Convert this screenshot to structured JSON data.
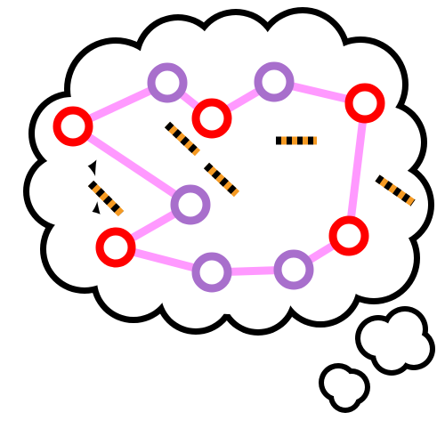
{
  "colors": {
    "background": "#ffffff",
    "outline": "#000000",
    "cloud_fill": "#ffffff",
    "edge": "#ff99ff",
    "node_red": "#ff0000",
    "node_purple": "#a86fcc",
    "node_fill": "#ffffff",
    "dash_orange": "#f59a23",
    "dash_black": "#000000"
  },
  "nodes": [
    {
      "id": "n1",
      "color": "red"
    },
    {
      "id": "n2",
      "color": "purple"
    },
    {
      "id": "n3",
      "color": "red"
    },
    {
      "id": "n4",
      "color": "purple"
    },
    {
      "id": "n5",
      "color": "red"
    },
    {
      "id": "n6",
      "color": "purple"
    },
    {
      "id": "n7",
      "color": "red"
    },
    {
      "id": "n8",
      "color": "purple"
    },
    {
      "id": "n9",
      "color": "purple"
    },
    {
      "id": "n10",
      "color": "red"
    }
  ],
  "edges": [
    [
      "n1",
      "n2"
    ],
    [
      "n2",
      "n3"
    ],
    [
      "n3",
      "n4"
    ],
    [
      "n4",
      "n5"
    ],
    [
      "n5",
      "n6"
    ],
    [
      "n6",
      "n1"
    ],
    [
      "n6",
      "n7"
    ],
    [
      "n7",
      "n8"
    ],
    [
      "n8",
      "n9"
    ],
    [
      "n9",
      "n10"
    ]
  ],
  "dashed_marks_count": 5
}
